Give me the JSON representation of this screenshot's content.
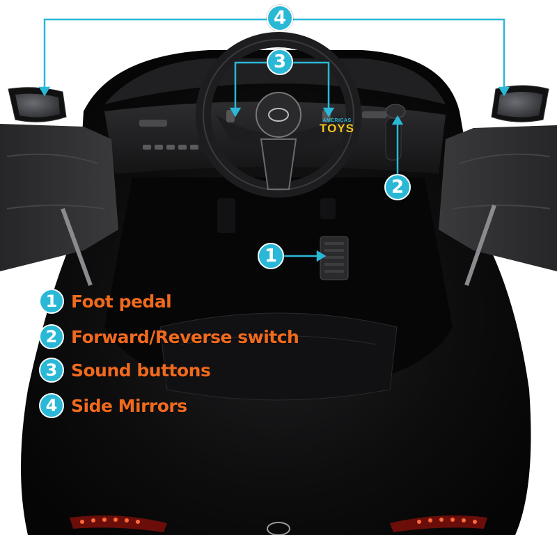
{
  "brand": {
    "top": "AMERICAS",
    "main": "TOYS"
  },
  "markers": [
    {
      "number": "1"
    },
    {
      "number": "2"
    },
    {
      "number": "3"
    },
    {
      "number": "4"
    }
  ],
  "legend": [
    {
      "number": "1",
      "label": "Foot pedal"
    },
    {
      "number": "2",
      "label": "Forward/Reverse switch"
    },
    {
      "number": "3",
      "label": "Sound buttons"
    },
    {
      "number": "4",
      "label": "Side Mirrors"
    }
  ],
  "colors": {
    "marker": "#2ab8d6",
    "label": "#f06a1e",
    "car_body": "#0c0c0d"
  }
}
